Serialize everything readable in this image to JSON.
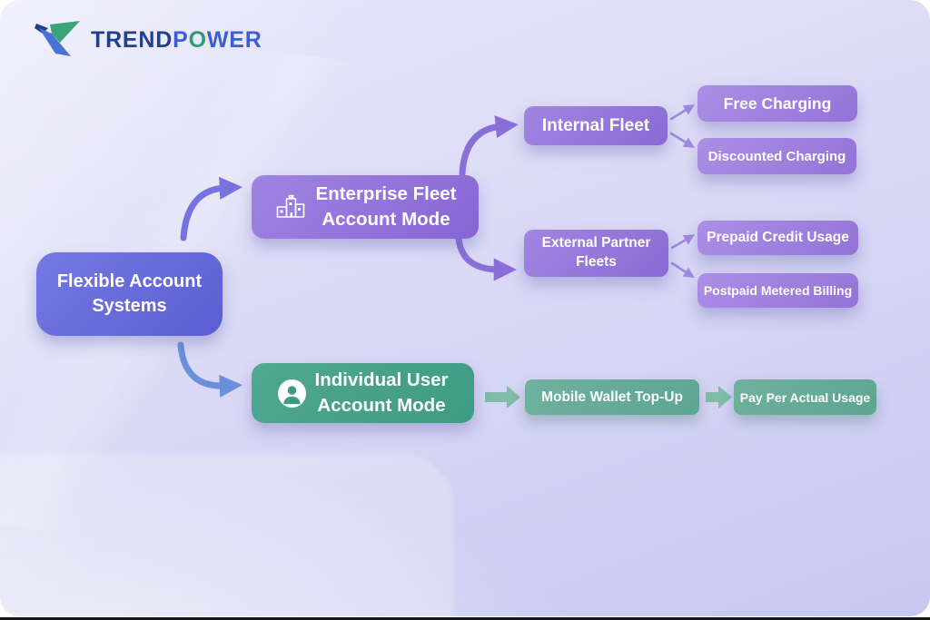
{
  "logo": {
    "trend": "TREND",
    "power_p": "P",
    "power_o": "O",
    "power_wer": "WER"
  },
  "nodes": {
    "root": {
      "line1": "Flexible Account",
      "line2": "Systems"
    },
    "enterprise": {
      "line1": "Enterprise Fleet",
      "line2": "Account Mode",
      "icon": "buildings-icon"
    },
    "individual": {
      "line1": "Individual User",
      "line2": "Account Mode",
      "icon": "user-icon"
    },
    "internal_fleet": {
      "label": "Internal Fleet"
    },
    "free_charging": {
      "label": "Free Charging"
    },
    "discounted_charging": {
      "label": "Discounted Charging"
    },
    "external_fleets": {
      "line1": "External Partner",
      "line2": "Fleets"
    },
    "prepaid": {
      "label": "Prepaid Credit Usage"
    },
    "postpaid": {
      "label": "Postpaid Metered Billing"
    },
    "wallet_topup": {
      "label": "Mobile Wallet Top-Up"
    },
    "pay_per_usage": {
      "label": "Pay Per Actual Usage"
    }
  },
  "colors": {
    "indigo_box": "#5a5ed1",
    "purple_box": "#8a6ad4",
    "purple_leaf": "#9472d8",
    "teal_box": "#3f9a84",
    "teal_leaf": "#5ca58f",
    "arrow_indigo": "#7672df",
    "arrow_blue": "#6b90da",
    "arrow_purple": "#8a6fd9",
    "arrow_thin_purple": "#9e88e0",
    "arrow_green": "#82bba7",
    "background_lavender": "#d2d2f4",
    "logo_navy": "#223f8e",
    "logo_blue": "#3c5ecf",
    "logo_green": "#2f9d70"
  }
}
